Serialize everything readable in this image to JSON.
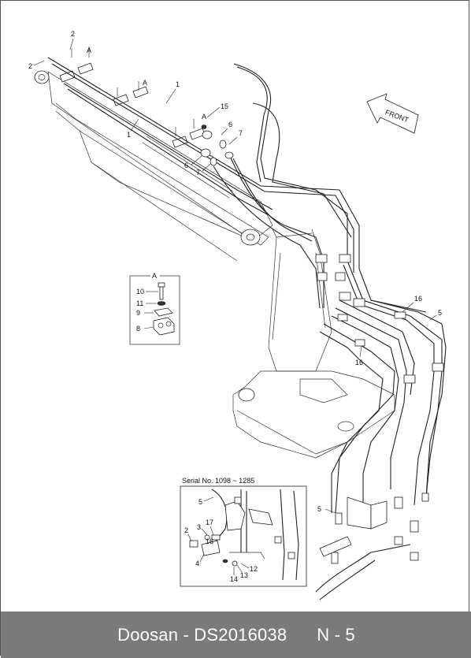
{
  "diagram": {
    "front_label": "FRONT",
    "detail_box": {
      "title": "A",
      "callouts": [
        "10",
        "11",
        "9",
        "8"
      ]
    },
    "inset": {
      "title": "Serial No. 1098 ~ 1285",
      "callouts": [
        "5",
        "3",
        "17",
        "2",
        "4",
        "16",
        "14",
        "13",
        "12"
      ]
    },
    "callouts": {
      "c2a": "2",
      "c2b": "2",
      "cA1": "A",
      "cA2": "A",
      "cA3": "A",
      "c1a": "1",
      "c1b": "1",
      "c15": "15",
      "c6a": "6",
      "c7a": "7",
      "c6b": "6",
      "c7b": "7",
      "c16a": "16",
      "c5a": "5",
      "c16b": "16",
      "c5b": "5"
    }
  },
  "footer": {
    "brand": "Doosan",
    "part_number": "DS2016038",
    "page": "N - 5"
  }
}
